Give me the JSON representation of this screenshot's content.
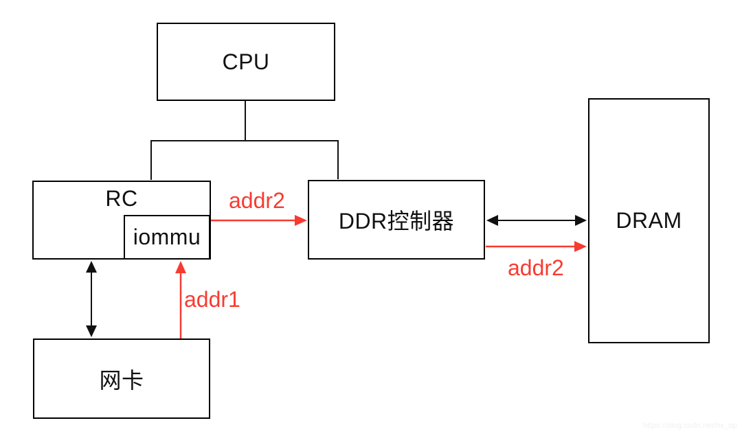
{
  "diagram": {
    "nodes": {
      "cpu": {
        "label": "CPU"
      },
      "rc": {
        "label": "RC"
      },
      "iommu": {
        "label": "iommu"
      },
      "ddr": {
        "label": "DDR控制器"
      },
      "dram": {
        "label": "DRAM"
      },
      "nic": {
        "label": "网卡"
      }
    },
    "edges": [
      {
        "from": "cpu",
        "to": "rc",
        "type": "line",
        "color": "black",
        "label": ""
      },
      {
        "from": "cpu",
        "to": "ddr",
        "type": "line",
        "color": "black",
        "label": ""
      },
      {
        "from": "rc",
        "to": "nic",
        "type": "double-arrow",
        "color": "black",
        "label": ""
      },
      {
        "from": "rc",
        "to": "ddr",
        "type": "arrow",
        "color": "red",
        "label": "addr2"
      },
      {
        "from": "ddr",
        "to": "dram",
        "type": "double-arrow",
        "color": "black",
        "label": ""
      },
      {
        "from": "ddr",
        "to": "dram",
        "type": "arrow",
        "color": "red",
        "label": "addr2"
      },
      {
        "from": "nic",
        "to": "iommu",
        "type": "arrow",
        "color": "red",
        "label": "addr1"
      }
    ]
  },
  "colors": {
    "arrow-red": "#f73b31",
    "line-black": "#111111",
    "box-border": "#000000",
    "watermark": "#f0f0f0"
  },
  "watermark": {
    "text": "https://blog.csdn.net/hx_op"
  }
}
